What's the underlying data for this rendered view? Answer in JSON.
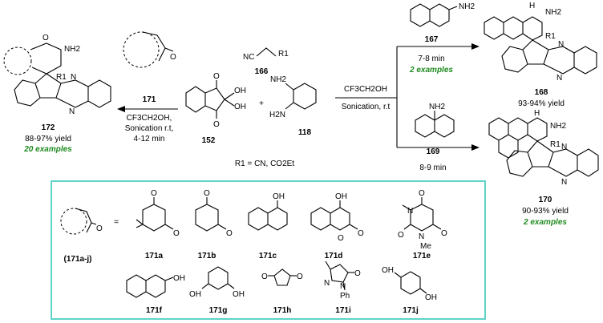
{
  "colors": {
    "examples_green": "#1f8a1f",
    "box_border": "#5fd3c6"
  },
  "left_product": {
    "nh2": "NH2",
    "r1": "R1",
    "n": "N",
    "id": "172",
    "yield": "88-97% yield",
    "examples": "20 examples"
  },
  "left_arrow": {
    "solvent": "CF3CH2OH,",
    "cond1": "Sonication r.t,",
    "cond2": "4-12 min"
  },
  "ring_reagent": {
    "o": "O",
    "id": "171"
  },
  "nitrile": {
    "nc": "NC",
    "r1": "R1",
    "id": "166"
  },
  "ninhydrin": {
    "o": "O",
    "oh": "OH",
    "id": "152"
  },
  "plus": "+",
  "diamine": {
    "nh2": "NH2",
    "h2n": "H2N",
    "id": "118"
  },
  "r1_def": "R1 = CN, CO2Et",
  "right_arrow": {
    "solvent": "CF3CH2OH",
    "cond": "Sonication, r.t"
  },
  "amine_167": {
    "nh2": "NH2",
    "id": "167",
    "time": "7-8 min",
    "examples": "2 examples"
  },
  "product_168": {
    "nh": "H",
    "n": "N",
    "nh2": "NH2",
    "r1": "R1",
    "id": "168",
    "yield": "93-94% yield"
  },
  "amine_169": {
    "nh2": "NH2",
    "id": "169",
    "time": "8-9 min"
  },
  "product_170": {
    "nh": "H",
    "n": "N",
    "nh2": "NH2",
    "r1": "R1",
    "id": "170",
    "yield": "90-93% yield",
    "examples": "2 examples"
  },
  "legend": {
    "generic_id": "(171a-j)",
    "equals": "=",
    "o": "O",
    "oh": "OH",
    "me": "Me",
    "n": "N",
    "ph": "Ph",
    "items": [
      "171a",
      "171b",
      "171c",
      "171d",
      "171e",
      "171f",
      "171g",
      "171h",
      "171i",
      "171j"
    ]
  }
}
